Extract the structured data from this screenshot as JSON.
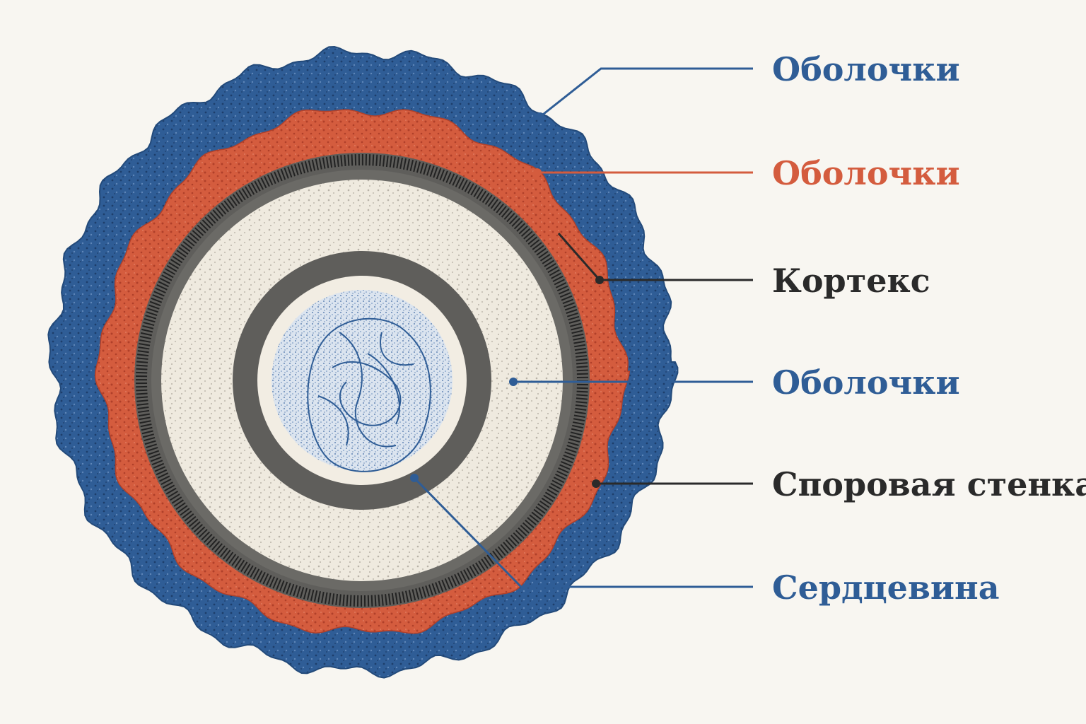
{
  "colors": {
    "background": "#f8f6f1",
    "blue": "#2f5d96",
    "orange": "#d45c3e",
    "dark": "#2a2a2a",
    "gray": "#5f5e5b",
    "cream": "#efeadf"
  },
  "labels": [
    {
      "id": "outer-coat",
      "text": "Оболочки",
      "color": "#2f5d96",
      "structure": "outer blue coat"
    },
    {
      "id": "inner-coat",
      "text": "Оболочки",
      "color": "#d45c3e",
      "structure": "orange coat"
    },
    {
      "id": "cortex",
      "text": "Кортекс",
      "color": "#2a2a2a",
      "structure": "striated dark band"
    },
    {
      "id": "membrane",
      "text": "Оболочки",
      "color": "#2f5d96",
      "structure": "cream dotted cortex layer"
    },
    {
      "id": "spore-wall",
      "text": "Споровая стенка",
      "color": "#2a2a2a",
      "structure": "orange coat boundary"
    },
    {
      "id": "core",
      "text": "Сердцевина",
      "color": "#2f5d96",
      "structure": "blue nucleoid core"
    }
  ]
}
